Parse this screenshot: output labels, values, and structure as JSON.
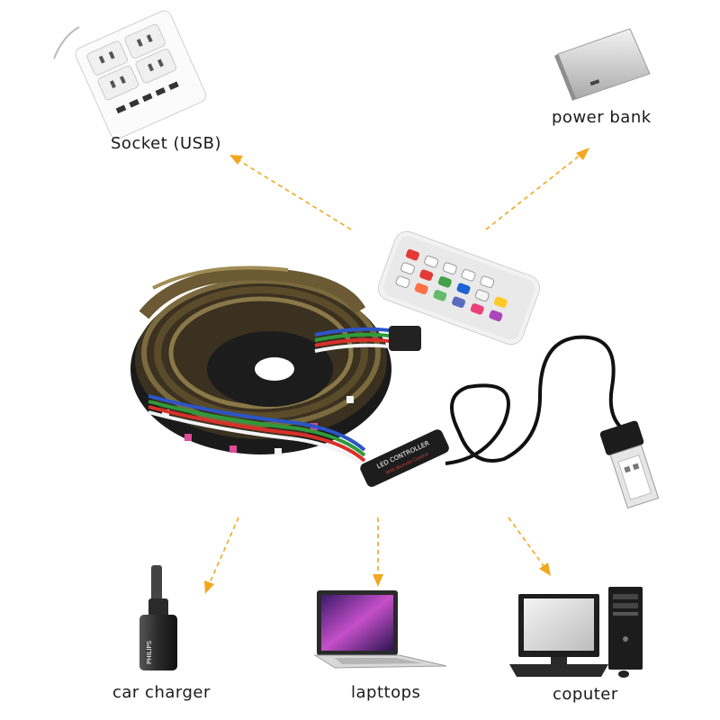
{
  "labels": {
    "socket": "Socket (USB)",
    "power_bank": "power bank",
    "car_charger": "car charger",
    "laptop": "lapttops",
    "computer": "coputer"
  },
  "device_text": {
    "controller_name": "LED CONTROLLER",
    "controller_sub": "With Remote Control",
    "car_charger_brand": "PHILIPS"
  },
  "colors": {
    "arrow": "#f2a81d",
    "strip": "#2b2416",
    "wire_red": "#d9302a",
    "wire_green": "#2f9a3a",
    "wire_blue": "#2a55c9",
    "wire_white": "#f4f4f4"
  },
  "icons": {
    "socket": "power-strip-icon",
    "power_bank": "power-bank-icon",
    "car_charger": "car-charger-icon",
    "laptop": "laptop-icon",
    "computer": "desktop-computer-icon",
    "remote": "ir-remote-icon",
    "usb": "usb-plug-icon"
  }
}
